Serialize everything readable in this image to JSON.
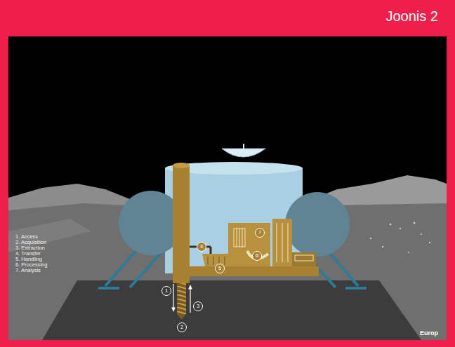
{
  "diagram": {
    "title": "Joonis 2",
    "labels": [
      "1. Access",
      "2. Acquisition",
      "3. Extraction",
      "4. Transfer",
      "5. Handling",
      "6. Processing",
      "7. Analysis",
      "1",
      "2",
      "3",
      "4",
      "5",
      "6",
      "7",
      "Europ"
    ]
  }
}
